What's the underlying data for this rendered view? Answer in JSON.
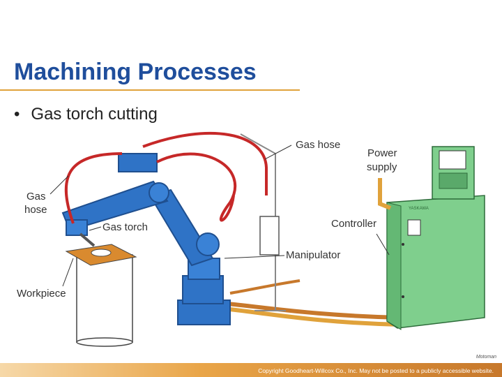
{
  "slide": {
    "title": "Machining Processes",
    "bullet": "Gas torch cutting"
  },
  "figure": {
    "labels": {
      "gas_hose_top": "Gas hose",
      "gas_hose_left_1": "Gas",
      "gas_hose_left_2": "hose",
      "gas_torch": "Gas torch",
      "power_supply_1": "Power",
      "power_supply_2": "supply",
      "controller": "Controller",
      "manipulator": "Manipulator",
      "workpiece": "Workpiece",
      "brand": "YASKAWA"
    },
    "credit": "Motoman",
    "colors": {
      "robot": "#2f73c6",
      "robot_dark": "#1f4f8f",
      "hose": "#c62828",
      "cabinet": "#7fcf8d",
      "cable": "#e0a23b"
    }
  },
  "footer": {
    "copyright": "Copyright Goodheart-Willcox Co., Inc. May not be posted to a publicly accessible website."
  }
}
